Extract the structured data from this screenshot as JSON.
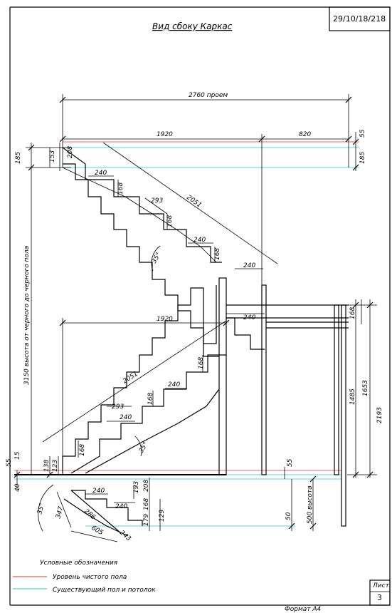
{
  "drawing": {
    "title": "Вид сбоку Каркас",
    "stamp": "29/10/18/218",
    "format": "Формат А4",
    "sheet_label": "Лист",
    "sheet_number": "3"
  },
  "legend": {
    "heading": "Условные обозначения",
    "items": [
      {
        "label": "Уровень чистого пола",
        "color": "#e03030"
      },
      {
        "label": "Существующий пол и потолок",
        "color": "#19c7d2"
      }
    ]
  },
  "dimensions": {
    "opening": "2760 проем",
    "upper_run": "1920",
    "upper_right": "820",
    "top_55": "55",
    "top_185_left": "185",
    "top_185_right": "185",
    "top_153": "153",
    "top_208": "208",
    "tread_240": "240",
    "riser_168": "168",
    "step_293": "293",
    "flight_2051": "2051",
    "angle_35": "35°",
    "height_label": "3150 высота от черного до черного пола",
    "lower_run": "1920",
    "r_168": "168",
    "r_1485": "1485",
    "r_1653": "1653",
    "r_2193": "2193",
    "left_55": "55",
    "left_15": "15",
    "left_40": "40",
    "left_138": "138",
    "left_123": "123",
    "mid_55": "55",
    "mid_50": "50",
    "d_193": "193",
    "d_347": "347",
    "d_179": "179",
    "d_129": "129",
    "d_605": "605",
    "d_243": "243",
    "d_286": "286",
    "d_500": "500 высота"
  }
}
